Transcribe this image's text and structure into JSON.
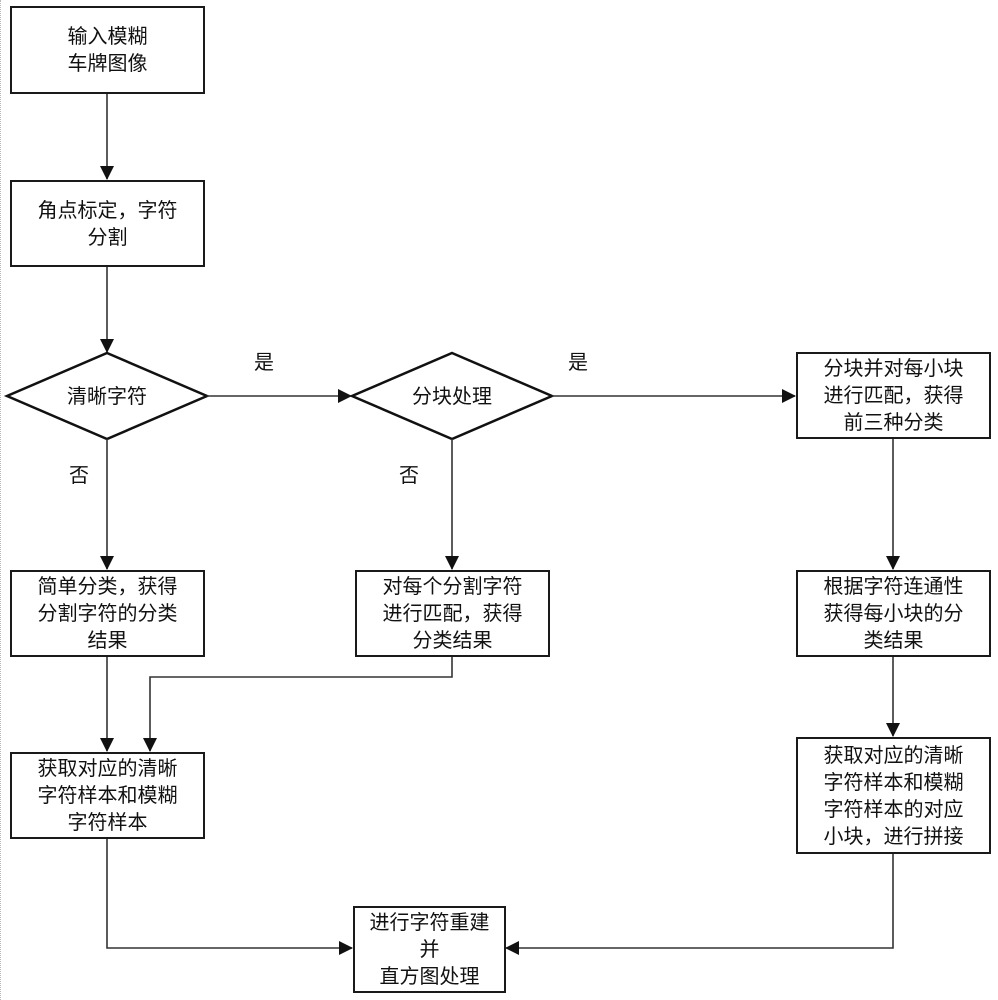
{
  "diagram": {
    "type": "flowchart",
    "nodes": {
      "input": {
        "shape": "process",
        "text": "输入模糊\n车牌图像"
      },
      "segment": {
        "shape": "process",
        "text": "角点标定，字符\n分割"
      },
      "clear_decision": {
        "shape": "decision",
        "text": "清晰字符"
      },
      "block_decision": {
        "shape": "decision",
        "text": "分块处理"
      },
      "block_match": {
        "shape": "process",
        "text": "分块并对每小块\n进行匹配，获得\n前三种分类"
      },
      "simple_classify": {
        "shape": "process",
        "text": "简单分类，获得\n分割字符的分类\n结果"
      },
      "char_match": {
        "shape": "process",
        "text": "对每个分割字符\n进行匹配，获得\n分类结果"
      },
      "connectivity": {
        "shape": "process",
        "text": "根据字符连通性\n获得每小块的分\n类结果"
      },
      "get_samples": {
        "shape": "process",
        "text": "获取对应的清晰\n字符样本和模糊\n字符样本"
      },
      "get_blocks": {
        "shape": "process",
        "text": "获取对应的清晰\n字符样本和模糊\n字符样本的对应\n小块，进行拼接"
      },
      "rebuild": {
        "shape": "process",
        "text": "进行字符重建并\n直方图处理"
      }
    },
    "edges": [
      {
        "from": "input",
        "to": "segment",
        "label": ""
      },
      {
        "from": "segment",
        "to": "clear_decision",
        "label": ""
      },
      {
        "from": "clear_decision",
        "to": "block_decision",
        "label": "是"
      },
      {
        "from": "clear_decision",
        "to": "simple_classify",
        "label": "否"
      },
      {
        "from": "block_decision",
        "to": "block_match",
        "label": "是"
      },
      {
        "from": "block_decision",
        "to": "char_match",
        "label": "否"
      },
      {
        "from": "block_match",
        "to": "connectivity",
        "label": ""
      },
      {
        "from": "simple_classify",
        "to": "get_samples",
        "label": ""
      },
      {
        "from": "char_match",
        "to": "get_samples",
        "label": ""
      },
      {
        "from": "connectivity",
        "to": "get_blocks",
        "label": ""
      },
      {
        "from": "get_samples",
        "to": "rebuild",
        "label": ""
      },
      {
        "from": "get_blocks",
        "to": "rebuild",
        "label": ""
      }
    ],
    "labels": {
      "yes1": "是",
      "yes2": "是",
      "no1": "否",
      "no2": "否"
    }
  }
}
